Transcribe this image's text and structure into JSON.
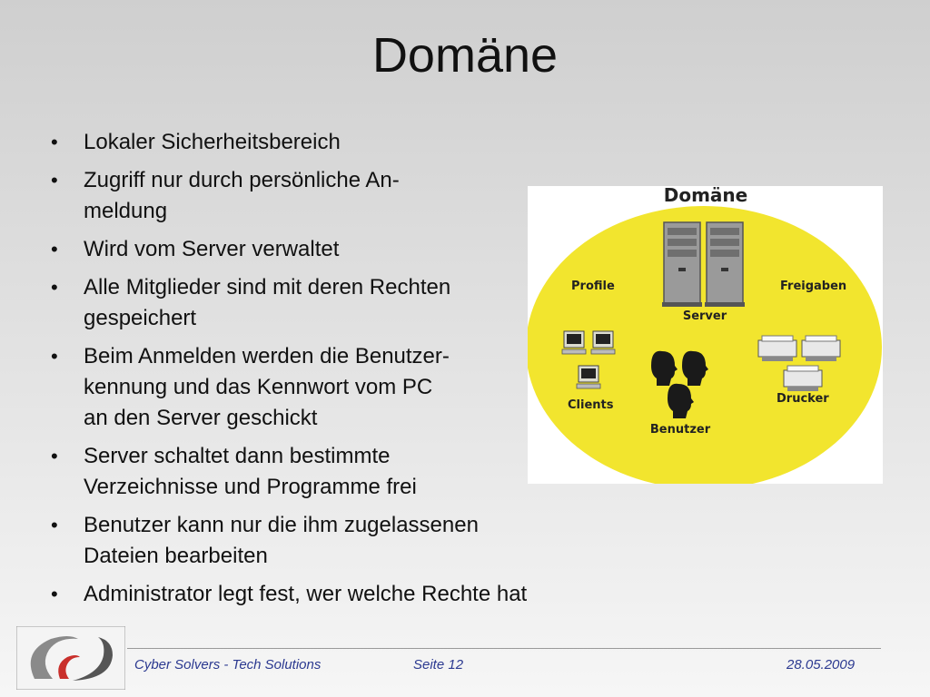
{
  "title": "Domäne",
  "bullets": [
    "Lokaler Sicherheitsbereich",
    "Zugriff nur durch persönliche An-\nmeldung",
    "Wird vom Server verwaltet",
    "Alle Mitglieder sind mit deren Rechten\ngespeichert",
    "Beim Anmelden werden die Benutzer-\nkennung und das Kennwort vom PC\nan den Server geschickt",
    "Server schaltet dann bestimmte\nVerzeichnisse und Programme frei",
    "Benutzer kann nur die ihm zugelassenen\nDateien bearbeiten",
    "Administrator legt fest, wer welche Rechte hat"
  ],
  "bullet_symbol": "•",
  "diagram": {
    "title": "Domäne",
    "labels": {
      "profile": "Profile",
      "server": "Server",
      "freigaben": "Freigaben",
      "clients": "Clients",
      "benutzer": "Benutzer",
      "drucker": "Drucker"
    },
    "colors": {
      "circle": "#f2e52e",
      "background": "#ffffff"
    }
  },
  "footer": {
    "company": "Cyber Solvers - Tech Solutions",
    "page": "Seite 12",
    "date": "28.05.2009",
    "text_color": "#2b3990"
  }
}
